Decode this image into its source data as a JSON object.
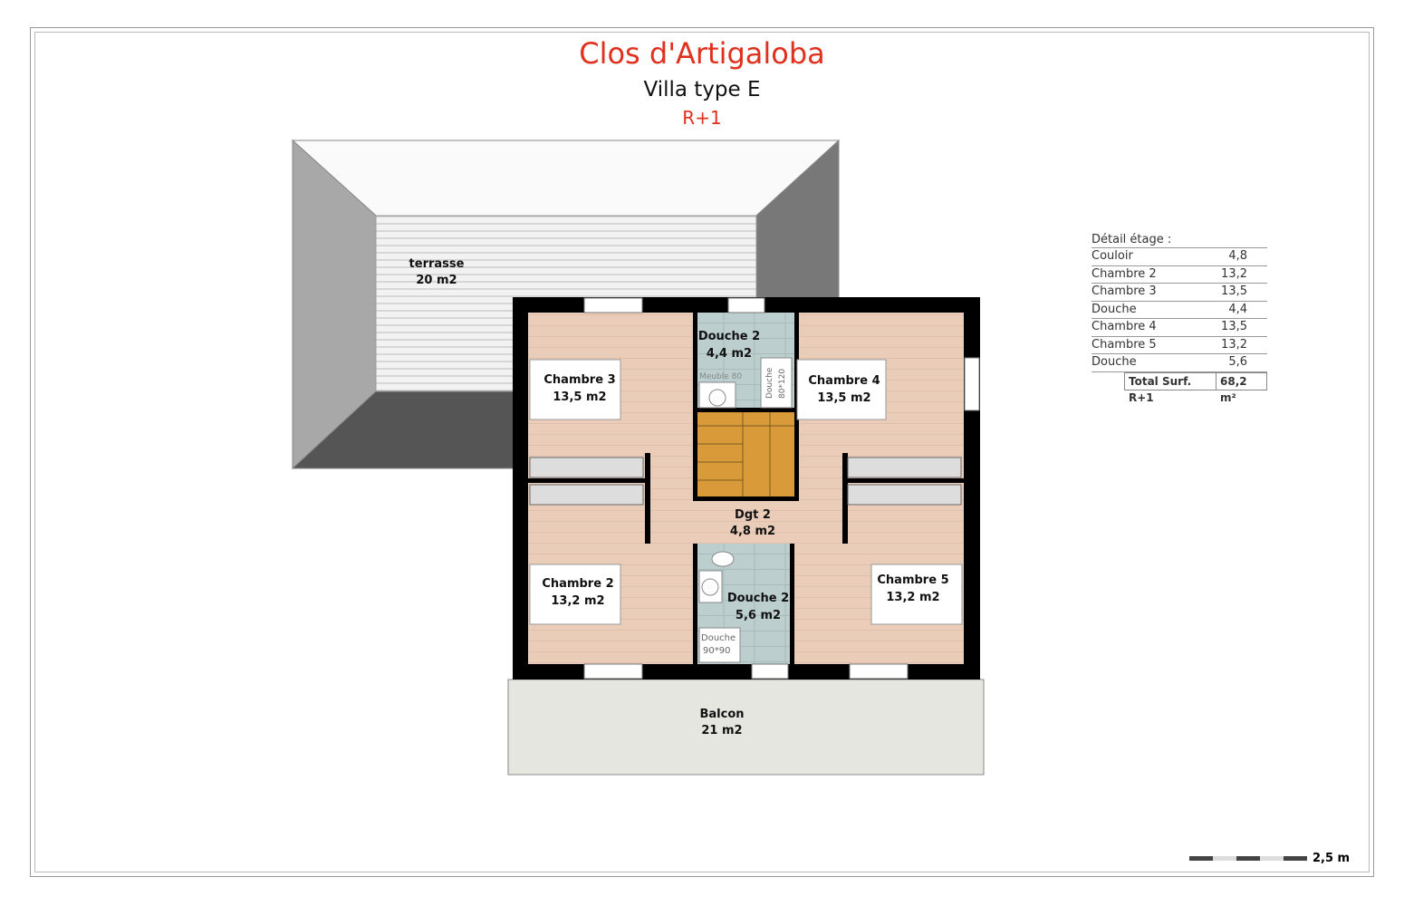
{
  "header": {
    "title": "Clos d'Artigaloba",
    "subtitle": "Villa type E",
    "level": "R+1"
  },
  "rooms": {
    "terrasse": {
      "name": "terrasse",
      "area": "20 m2"
    },
    "chambre3": {
      "name": "Chambre 3",
      "area": "13,5 m2"
    },
    "douche2_top": {
      "name": "Douche 2",
      "area": "4,4 m2"
    },
    "chambre4": {
      "name": "Chambre 4",
      "area": "13,5 m2"
    },
    "dgt2": {
      "name": "Dgt 2",
      "area": "4,8 m2"
    },
    "chambre2": {
      "name": "Chambre 2",
      "area": "13,2 m2"
    },
    "douche2_bottom": {
      "name": "Douche 2",
      "area": "5,6 m2"
    },
    "chambre5": {
      "name": "Chambre 5",
      "area": "13,2 m2"
    },
    "balcon": {
      "name": "Balcon",
      "area": "21 m2"
    }
  },
  "fixtures": {
    "meuble": "Meuble 80",
    "douche_top": "Douche",
    "douche_top_size": "80*120",
    "douche_bottom": "Douche",
    "douche_bottom_size": "90*90"
  },
  "detail": {
    "heading": "Détail étage :",
    "rows": [
      {
        "label": "Couloir",
        "value": "4,8"
      },
      {
        "label": "Chambre 2",
        "value": "13,2"
      },
      {
        "label": "Chambre 3",
        "value": "13,5"
      },
      {
        "label": "Douche",
        "value": "4,4"
      },
      {
        "label": "Chambre 4",
        "value": "13,5"
      },
      {
        "label": "Chambre 5",
        "value": "13,2"
      },
      {
        "label": "Douche",
        "value": "5,6"
      }
    ],
    "total_label": "Total Surf. R+1",
    "total_value": "68,2 m²"
  },
  "scale": {
    "label": "2,5 m"
  },
  "colors": {
    "title": "#e0301e",
    "wood": "#e8c9b4",
    "tile": "#b9cccc",
    "stairs": "#d99a3a",
    "wall": "#000000"
  }
}
